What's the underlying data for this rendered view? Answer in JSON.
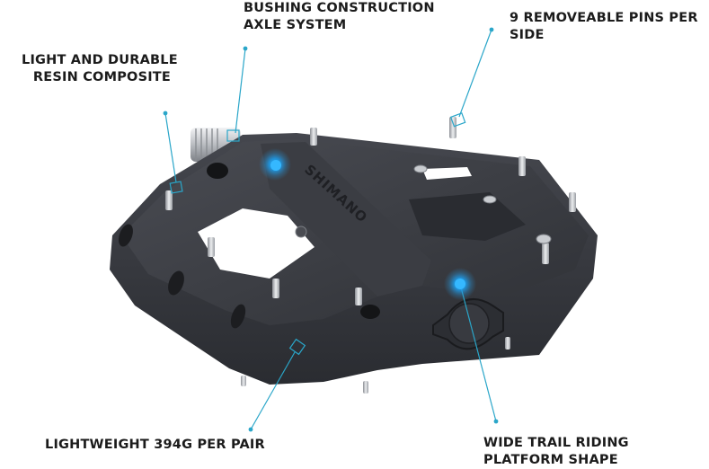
{
  "product": {
    "brand_mark": "SHIMANO",
    "accent_color": "#2aa6c9",
    "body_color": "#3a3c42"
  },
  "callouts": [
    {
      "id": "bushing",
      "lines": [
        "BUSHING CONSTRUCTION",
        "AXLE SYSTEM"
      ],
      "marker": "square"
    },
    {
      "id": "resin",
      "lines": [
        "LIGHT AND DURABLE",
        "RESIN COMPOSITE"
      ],
      "marker": "square"
    },
    {
      "id": "pins",
      "lines": [
        "9 REMOVEABLE PINS PER",
        "SIDE"
      ],
      "marker": "square"
    },
    {
      "id": "weight",
      "lines": [
        "LIGHTWEIGHT 394G PER PAIR"
      ],
      "marker": "square"
    },
    {
      "id": "platform",
      "lines": [
        "WIDE TRAIL RIDING",
        "PLATFORM SHAPE"
      ],
      "marker": "glow-dot"
    }
  ]
}
